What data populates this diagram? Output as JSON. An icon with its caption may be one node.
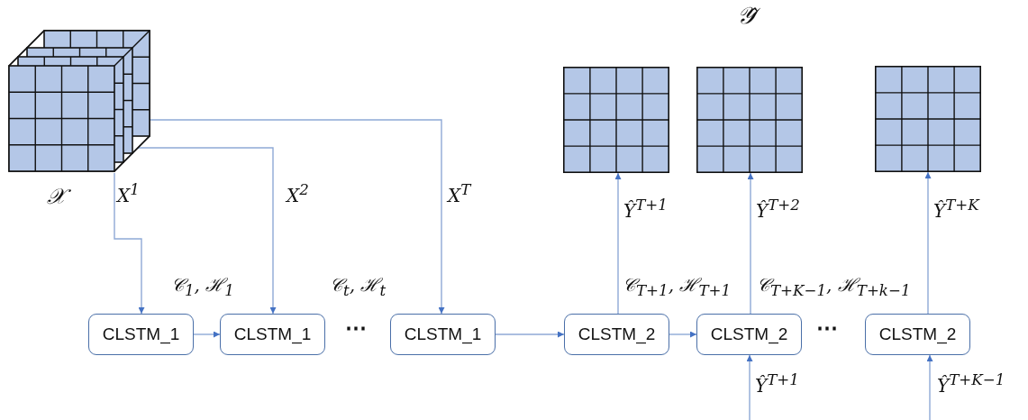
{
  "diagram": {
    "nodes": [
      {
        "text": [],
        "shape": "picture",
        "beside": [
          "𝒳"
        ]
      },
      {
        "text": [
          "CLSTM_1"
        ]
      },
      {
        "text": [
          "CLSTM_1"
        ]
      },
      {
        "text": [
          "CLSTM_1"
        ]
      },
      {
        "text": [
          "CLSTM_2"
        ]
      },
      {
        "text": [
          "CLSTM_2"
        ]
      },
      {
        "text": [
          "CLSTM_2"
        ]
      },
      {
        "text": [],
        "shape": "picture"
      },
      {
        "text": [],
        "shape": "picture"
      },
      {
        "text": [],
        "shape": "picture"
      }
    ],
    "edges": [
      {
        "from": 0,
        "to": 1,
        "arrow": "to",
        "label": "X$^{1}$"
      },
      {
        "from": 0,
        "to": 2,
        "arrow": "to",
        "label": "X$^{2}$"
      },
      {
        "from": 0,
        "to": 3,
        "arrow": "to",
        "label": "X$^{T}$"
      },
      {
        "from": 1,
        "to": 2,
        "arrow": "to",
        "label": "𝒞$_{1}$, ℋ$_{1}$"
      },
      {
        "from": 3,
        "to": 4,
        "arrow": "to"
      },
      {
        "from": 4,
        "to": 5,
        "arrow": "to"
      },
      {
        "from": 4,
        "to": 7,
        "arrow": "to",
        "label": "Ŷ$^{T+1}$"
      },
      {
        "from": 5,
        "to": 8,
        "arrow": "to",
        "label": "Ŷ$^{T+2}$"
      },
      {
        "from": 6,
        "to": 9,
        "arrow": "to",
        "label": "Ŷ$^{T+K}$"
      },
      {
        "from": null,
        "to": 5,
        "arrow": "to",
        "label": "Ŷ$^{T+1}$"
      },
      {
        "from": null,
        "to": 6,
        "arrow": "to",
        "label": "Ŷ$^{T+K−1}$"
      }
    ],
    "labels": [
      "𝒴̂",
      "𝒞$_{t}$, ℋ$_{t}$",
      "𝒞$_{T+1}$, ℋ$_{T+1}$",
      "𝒞$_{T+K−1}$, ℋ$_{T+k−1}$",
      "⋯",
      "⋯"
    ]
  }
}
